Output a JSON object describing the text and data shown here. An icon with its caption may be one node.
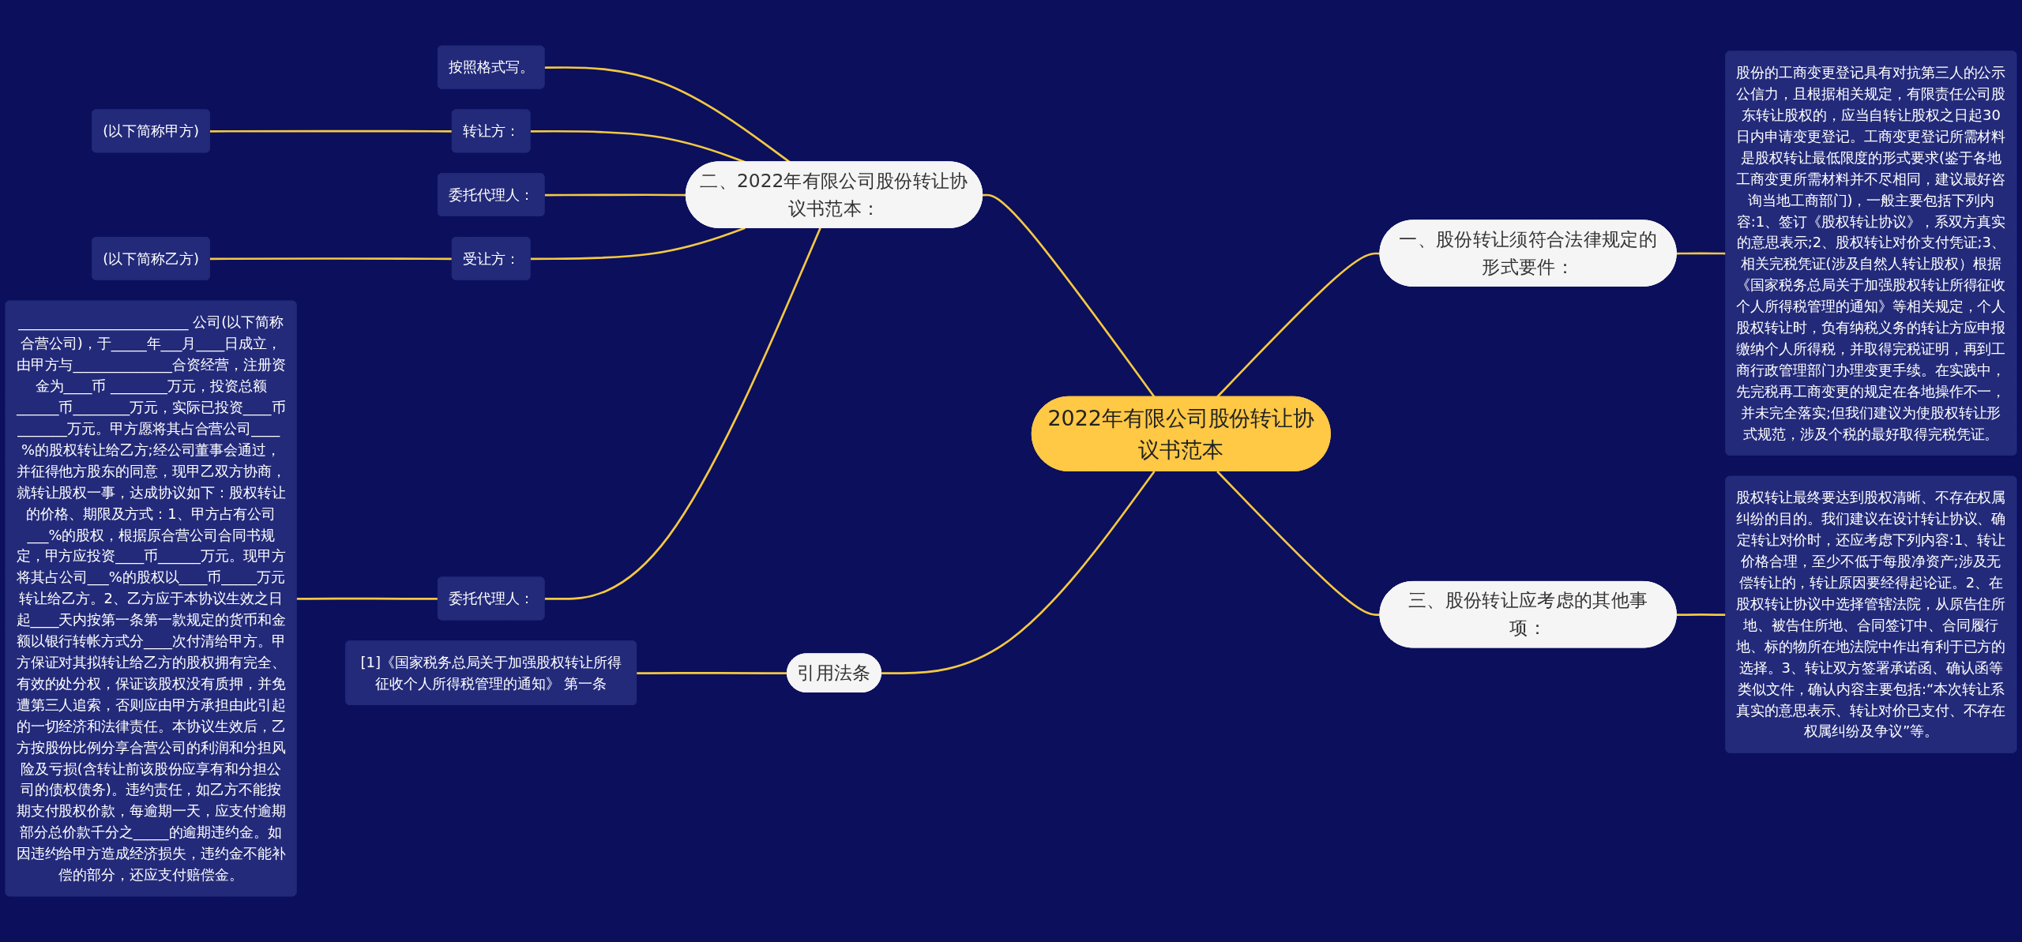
{
  "diagram": {
    "nodes": [
      {
        "text": [
          "2022年有限公司股份转让协议书范本"
        ]
      },
      {
        "text": [
          "二、2022年有限公司股份转让协议书范本："
        ]
      },
      {
        "text": [
          "按照格式写。"
        ]
      },
      {
        "text": [
          "转让方："
        ]
      },
      {
        "text": [
          "(以下简称甲方)"
        ]
      },
      {
        "text": [
          "委托代理人："
        ]
      },
      {
        "text": [
          "受让方："
        ]
      },
      {
        "text": [
          "(以下简称乙方)"
        ]
      },
      {
        "text": [
          "委托代理人："
        ]
      },
      {
        "text": [
          "________________________ 公司(以下简称合营公司)，于_____年___月____日成立，由甲方与______________合资经营，注册资金为____币 ________万元，投资总额______币________万元，实际已投资____币_______万元。甲方愿将其占合营公司____ %的股权转让给乙方;经公司董事会通过，并征得他方股东的同意，现甲乙双方协商，就转让股权一事，达成协议如下：股权转让的价格、期限及方式：1、甲方占有公司___%的股权，根据原合营公司合同书规定，甲方应投资____币______万元。现甲方将其占公司___%的股权以____币_____万元转让给乙方。2、乙方应于本协议生效之日起____天内按第一条第一款规定的货币和金额以银行转帐方式分____次付清给甲方。甲方保证对其拟转让给乙方的股权拥有完全、有效的处分权，保证该股权没有质押，并免遭第三人追索，否则应由甲方承担由此引起的一切经济和法律责任。本协议生效后，乙方按股份比例分享合营公司的利润和分担风险及亏损(含转让前该股份应享有和分担公司的债权债务)。违约责任，如乙方不能按期支付股权价款，每逾期一天，应支付逾期部分总价款千分之_____的逾期违约金。如因违约给甲方造成经济损失，违约金不能补偿的部分，还应支付赔偿金。"
        ]
      },
      {
        "text": [
          "一、股份转让须符合法律规定的形式要件："
        ]
      },
      {
        "text": [
          "股份的工商变更登记具有对抗第三人的公示公信力，且根据相关规定，有限责任公司股东转让股权的，应当自转让股权之日起30日内申请变更登记。工商变更登记所需材料是股权转让最低限度的形式要求(鉴于各地工商变更所需材料并不尽相同，建议最好咨询当地工商部门)，一般主要包括下列内容:1、签订《股权转让协议》，系双方真实的意思表示;2、股权转让对价支付凭证;3、相关完税凭证(涉及自然人转让股权）根据《国家税务总局关于加强股权转让所得征收个人所得税管理的通知》等相关规定，个人股权转让时，负有纳税义务的转让方应申报缴纳个人所得税，并取得完税证明，再到工商行政管理部门办理变更手续。在实践中，先完税再工商变更的规定在各地操作不一，并未完全落实;但我们建议为使股权转让形式规范，涉及个税的最好取得完税凭证。"
        ]
      },
      {
        "text": [
          "三、股份转让应考虑的其他事项："
        ]
      },
      {
        "text": [
          "股权转让最终要达到股权清晰、不存在权属纠纷的目的。我们建议在设计转让协议、确定转让对价时，还应考虑下列内容:1、转让价格合理，至少不低于每股净资产;涉及无偿转让的，转让原因要经得起论证。2、在股权转让协议中选择管辖法院，从原告住所地、被告住所地、合同签订中、合同履行地、标的物所在地法院中作出有利于已方的选择。3、转让双方签署承诺函、确认函等类似文件，确认内容主要包括:“本次转让系真实的意思表示、转让对价已支付、不存在权属纠纷及争议”等。"
        ]
      },
      {
        "text": [
          "引用法条"
        ]
      },
      {
        "text": [
          "[1]《国家税务总局关于加强股权转让所得征收个人所得税管理的通知》 第一条"
        ]
      }
    ],
    "edges": [
      {
        "from": 1,
        "to": 0,
        "arrow": "none"
      },
      {
        "from": 2,
        "to": 1,
        "arrow": "none"
      },
      {
        "from": 3,
        "to": 1,
        "arrow": "none"
      },
      {
        "from": 4,
        "to": 3,
        "arrow": "none"
      },
      {
        "from": 5,
        "to": 1,
        "arrow": "none"
      },
      {
        "from": 6,
        "to": 1,
        "arrow": "none"
      },
      {
        "from": 7,
        "to": 6,
        "arrow": "none"
      },
      {
        "from": 8,
        "to": 1,
        "arrow": "none"
      },
      {
        "from": 9,
        "to": 8,
        "arrow": "none"
      },
      {
        "from": 0,
        "to": 10,
        "arrow": "none"
      },
      {
        "from": 10,
        "to": 11,
        "arrow": "none"
      },
      {
        "from": 0,
        "to": 12,
        "arrow": "none"
      },
      {
        "from": 12,
        "to": 13,
        "arrow": "none"
      },
      {
        "from": 14,
        "to": 0,
        "arrow": "none"
      },
      {
        "from": 15,
        "to": 14,
        "arrow": "none"
      }
    ]
  }
}
